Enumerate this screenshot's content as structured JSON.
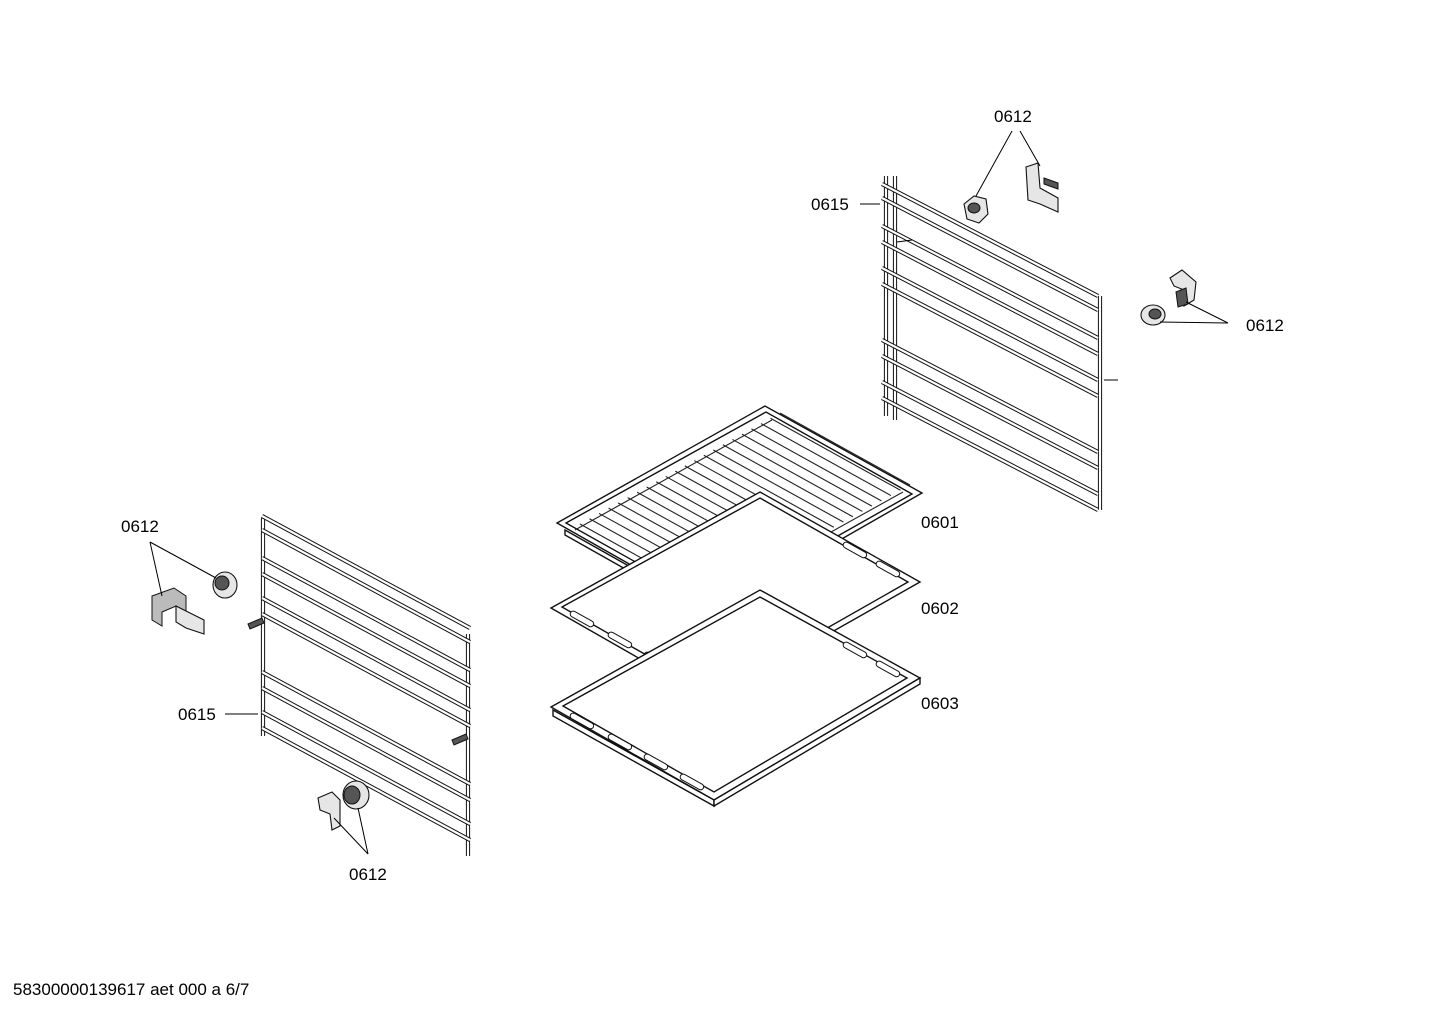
{
  "labels": {
    "rack_top_clip_upper": "0612",
    "rack_top_side": "0615",
    "rack_top_clip_right": "0612",
    "grid": "0601",
    "tray_shallow": "0602",
    "tray_deep": "0603",
    "rack_left_clip_upper": "0612",
    "rack_left_side": "0615",
    "rack_left_clip_lower": "0612"
  },
  "footer": "58300000139617 aet 000 a 6/7"
}
